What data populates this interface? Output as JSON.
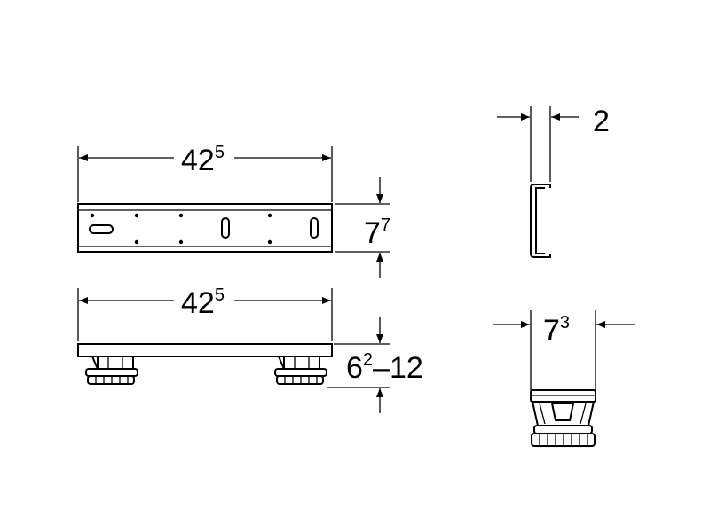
{
  "dimensions": {
    "rail_length": {
      "base": "42",
      "sup": "5"
    },
    "rail_height": {
      "base": "7",
      "sup": "7"
    },
    "foot_length": {
      "base": "42",
      "sup": "5"
    },
    "foot_height": {
      "base": "6",
      "sup": "2",
      "rest": "–12"
    },
    "profile_thickness": {
      "base": "2"
    },
    "foot_width": {
      "base": "7",
      "sup": "3"
    }
  }
}
